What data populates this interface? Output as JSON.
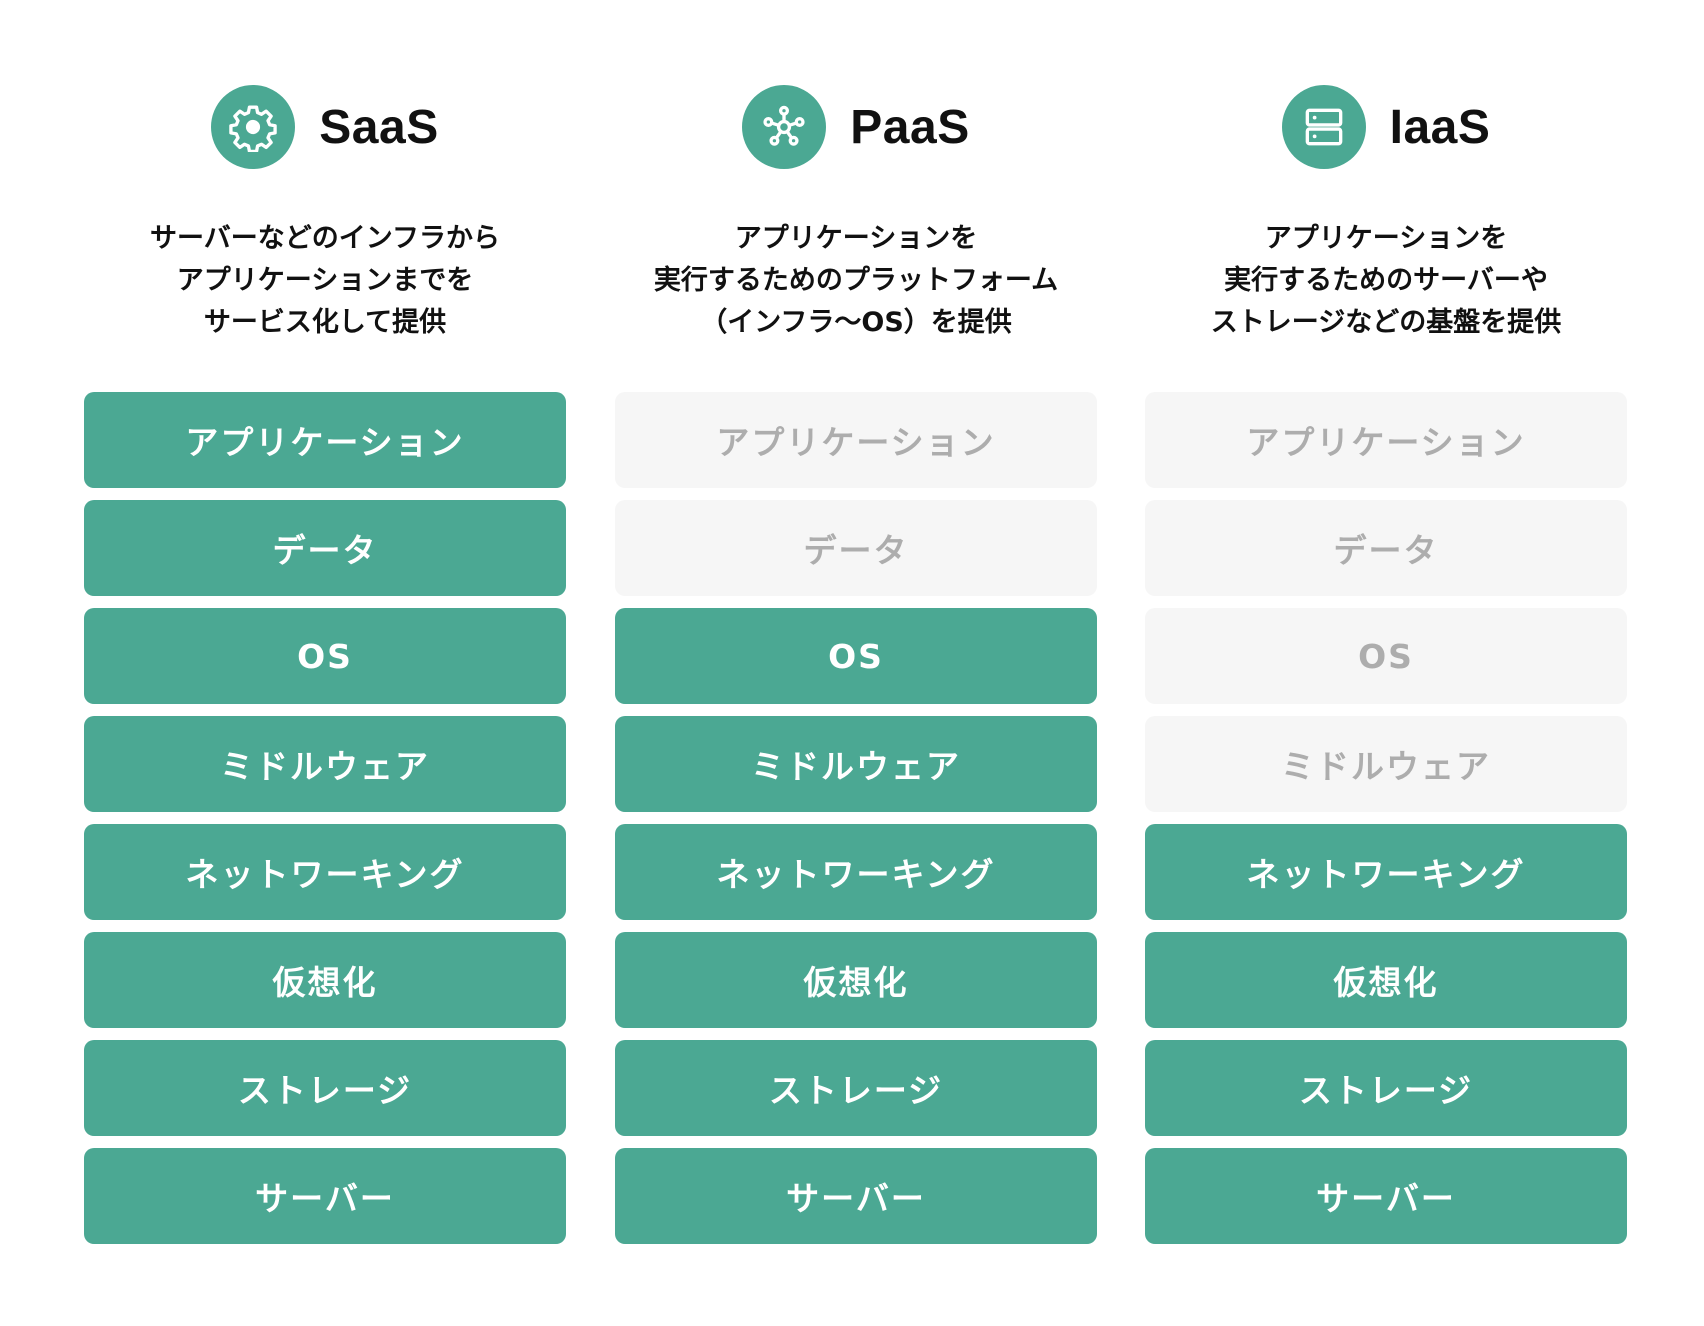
{
  "colors": {
    "accent": "#4ba893",
    "inactive_bg": "#f6f6f6",
    "inactive_text": "#adadad",
    "active_text": "#ffffff",
    "heading_text": "#111111"
  },
  "columns": [
    {
      "title": "SaaS",
      "icon": "gear-icon",
      "description": [
        "サーバーなどのインフラから",
        "アプリケーションまでを",
        "サービス化して提供"
      ],
      "layers": [
        {
          "label": "アプリケーション",
          "provided": true
        },
        {
          "label": "データ",
          "provided": true
        },
        {
          "label": "OS",
          "provided": true
        },
        {
          "label": "ミドルウェア",
          "provided": true
        },
        {
          "label": "ネットワーキング",
          "provided": true
        },
        {
          "label": "仮想化",
          "provided": true
        },
        {
          "label": "ストレージ",
          "provided": true
        },
        {
          "label": "サーバー",
          "provided": true
        }
      ]
    },
    {
      "title": "PaaS",
      "icon": "network-nodes-icon",
      "description": [
        "アプリケーションを",
        "実行するためのプラットフォーム",
        "（インフラ〜OS）を提供"
      ],
      "layers": [
        {
          "label": "アプリケーション",
          "provided": false
        },
        {
          "label": "データ",
          "provided": false
        },
        {
          "label": "OS",
          "provided": true
        },
        {
          "label": "ミドルウェア",
          "provided": true
        },
        {
          "label": "ネットワーキング",
          "provided": true
        },
        {
          "label": "仮想化",
          "provided": true
        },
        {
          "label": "ストレージ",
          "provided": true
        },
        {
          "label": "サーバー",
          "provided": true
        }
      ]
    },
    {
      "title": "IaaS",
      "icon": "server-icon",
      "description": [
        "アプリケーションを",
        "実行するためのサーバーや",
        "ストレージなどの基盤を提供"
      ],
      "layers": [
        {
          "label": "アプリケーション",
          "provided": false
        },
        {
          "label": "データ",
          "provided": false
        },
        {
          "label": "OS",
          "provided": false
        },
        {
          "label": "ミドルウェア",
          "provided": false
        },
        {
          "label": "ネットワーキング",
          "provided": true
        },
        {
          "label": "仮想化",
          "provided": true
        },
        {
          "label": "ストレージ",
          "provided": true
        },
        {
          "label": "サーバー",
          "provided": true
        }
      ]
    }
  ]
}
